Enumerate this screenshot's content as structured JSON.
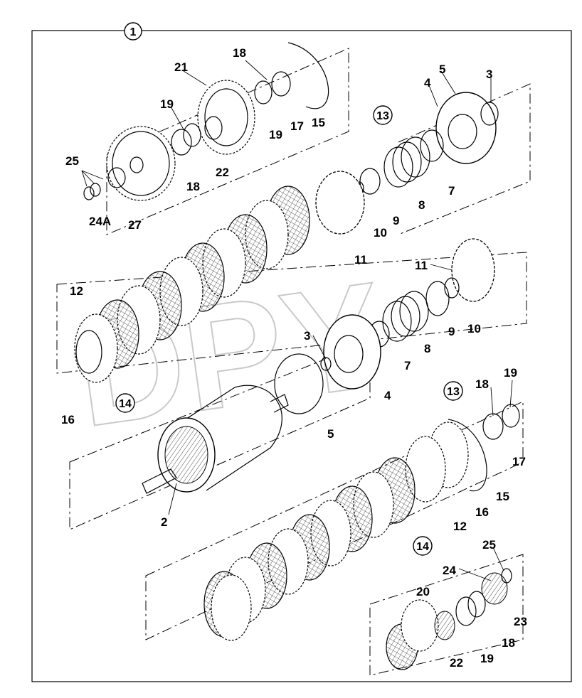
{
  "diagram": {
    "watermark": "DPY",
    "callouts": {
      "assembly": "1",
      "clutch_a": "13",
      "clutch_b": "14"
    },
    "upper_labels": {
      "l3": "3",
      "l4": "4",
      "l5": "5",
      "l7": "7",
      "l8": "8",
      "l9": "9",
      "l10": "10",
      "l11": "11",
      "l12": "12",
      "l15": "15",
      "l16": "16",
      "l17": "17",
      "l18a": "18",
      "l18b": "18",
      "l19a": "19",
      "l19b": "19",
      "l21": "21",
      "l22": "22",
      "l24a": "24A",
      "l25": "25",
      "l27": "27"
    },
    "middle_labels": {
      "l2": "2",
      "l3": "3",
      "l4": "4",
      "l5": "5",
      "l7": "7",
      "l8": "8",
      "l9": "9",
      "l10": "10",
      "l11": "11",
      "l12": "12",
      "l15": "15",
      "l16": "16",
      "l17": "17",
      "l18": "18",
      "l19": "19"
    },
    "lower_labels": {
      "l18": "18",
      "l19": "19",
      "l20": "20",
      "l22": "22",
      "l23": "23",
      "l24": "24",
      "l25": "25"
    }
  }
}
